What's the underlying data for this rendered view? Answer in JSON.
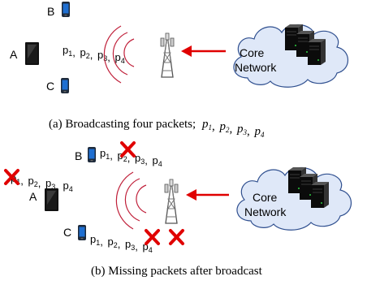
{
  "panel_a": {
    "devices": {
      "a": "A",
      "b": "B",
      "c": "C"
    },
    "packets": [
      "p1",
      "p2",
      "p3",
      "p4"
    ],
    "cloud": {
      "line1": "Core",
      "line2": "Network"
    },
    "caption_prefix": "(a) Broadcasting four packets;",
    "caption_packets": [
      "p1",
      "p2",
      "p3",
      "p4"
    ]
  },
  "panel_b": {
    "devices": {
      "a": "A",
      "b": "B",
      "c": "C"
    },
    "row_b": [
      "p1",
      "p2",
      "p3",
      "p4"
    ],
    "row_a": [
      "p1",
      "p2",
      "p3",
      "p4"
    ],
    "row_c": [
      "p1",
      "p2",
      "p3",
      "p4"
    ],
    "cloud": {
      "line1": "Core",
      "line2": "Network"
    },
    "caption": "(b) Missing packets after broadcast"
  },
  "colors": {
    "arrow": "#e00000",
    "cross": "#e00000",
    "waves": "#c0203a",
    "cloud_fill": "#dfe8f8",
    "cloud_stroke": "#2f4f8f"
  }
}
